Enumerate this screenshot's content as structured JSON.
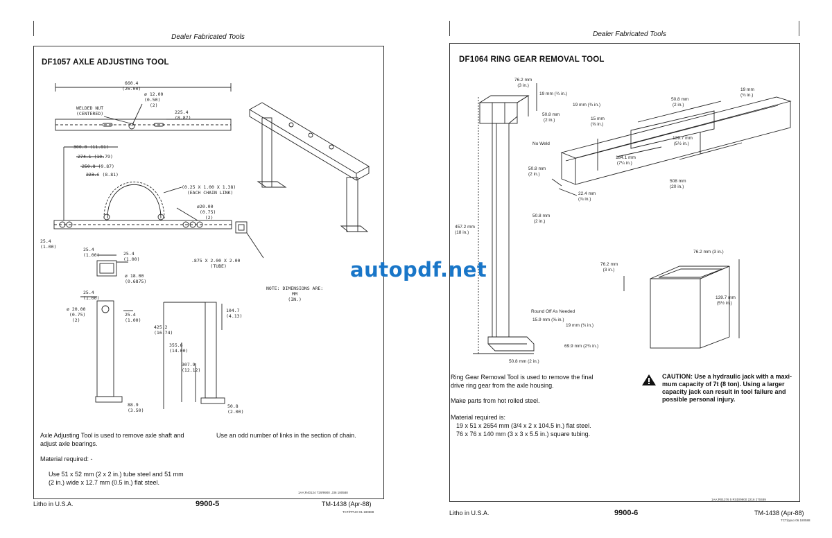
{
  "left": {
    "header": "Dealer Fabricated Tools",
    "title": "DF1057 AXLE ADJUSTING TOOL",
    "drawing_labels": {
      "d660": "660.4",
      "d660in": "(26.00)",
      "d12": "ø 12.00",
      "d12in": "(0.50)",
      "d12n": "(2)",
      "welded": "WELDED NUT",
      "centered": "(CENTERED)",
      "d225": "225.4",
      "d225in": "(8.87)",
      "d300": "300.0 (11.81)",
      "d274": "274.1 (10.79)",
      "d250": "250.8 (9.87)",
      "d223": "223.6 (8.81)",
      "chain1": "(0.25 X 1.00 X 1.38)",
      "chain2": "(EACH CHAIN LINK)",
      "d20a": "ø20.00",
      "d20ain": "(0.75)",
      "d20an": "(2)",
      "d25a": "25.4",
      "d25ain": "(1.00)",
      "d25b": "25.4",
      "d25bin": "(1.00)",
      "d25c": "25.4",
      "d25cin": "(1.00)",
      "d18": "ø 18.00",
      "d18in": "(0.6875)",
      "tube1": ".875 X 2.00 X 2.00",
      "tube2": "(TUBE)",
      "note1": "NOTE: DIMENSIONS ARE:",
      "note2": "MM",
      "note3": "(IN.)",
      "d25d": "25.4",
      "d25din": "(1.00)",
      "d20b": "ø 20.00",
      "d20bin": "(0.75)",
      "d20bn": "(2)",
      "d25e": "25.4",
      "d25ein": "(1.00)",
      "d425": "425.2",
      "d425in": "(16.74)",
      "d355": "355.6",
      "d355in": "(14.00)",
      "d307": "307.9",
      "d307in": "(12.12)",
      "d104": "104.7",
      "d104in": "(4.13)",
      "d88": "88.9",
      "d88in": "(3.50)",
      "d50": "50.8",
      "d50in": "(2.00)"
    },
    "desc1": "Axle Adjusting Tool is used to remove axle shaft and",
    "desc2": "adjust axle bearings.",
    "desc_right": "Use an odd number of links in the section of chain.",
    "material_label": "Material required: -",
    "mat1": "Use 51 x 52 mm (2 x 2 in.) tube steel and 51 mm",
    "mat2": "(2 in.) wide x 12.7 mm (0.5 in.) flat steel.",
    "code": "1AA;R40124 T29/9900 .J36 180588",
    "footer_left": "Litho in U.S.A.",
    "footer_num": "9900-5",
    "footer_right": "TM-1438 (Apr-88)",
    "footer_code": "TCT/PPUO 01 180588"
  },
  "right": {
    "header": "Dealer Fabricated Tools",
    "title": "DF1064 RING GEAR REMOVAL TOOL",
    "drawing_labels": {
      "a1": "76.2 mm",
      "a1in": "(3 in.)",
      "a2": "19 mm (¾ in.)",
      "a3": "19 mm (¾ in.)",
      "a4": "50.8 mm",
      "a4in": "(2 in.)",
      "a5": "15 mm",
      "a5in": "(⅝ in.)",
      "noweld": "No Weld",
      "a6": "50.8 mm",
      "a6in": "(2 in.)",
      "a7": "19 mm",
      "a7in": "(¾ in.)",
      "a8": "139.7 mm",
      "a8in": "(5½ in.)",
      "a9": "184.1 mm",
      "a9in": "(7¼ in.)",
      "a10": "50.8 mm",
      "a10in": "(2 in.)",
      "a11": "22.4 mm",
      "a11in": "(⅞ in.)",
      "a12": "508 mm",
      "a12in": "(20 in.)",
      "a13": "50.8 mm",
      "a13in": "(2 in.)",
      "a14": "457.2 mm",
      "a14in": "(18 in.)",
      "round": "Round Off As Needed",
      "a15": "15.9 mm (⅝ in.)",
      "a16": "19 mm (¾ in.)",
      "a17": "69.9 mm (2¾ in.)",
      "a18": "50.8 mm (2 in.)",
      "b1": "76.2 mm (3 in.)",
      "b2": "76.2 mm",
      "b2in": "(3 in.)",
      "b3": "139.7 mm",
      "b3in": "(5½ in.)"
    },
    "desc1": "Ring Gear Removal Tool is used to remove the final",
    "desc2": "drive ring gear from the axle housing.",
    "make": "Make parts from hot rolled steel.",
    "material_label": "Material required is:",
    "mat1": "19 x 51 x 2654 mm (3/4 x 2 x 104.5 in.) flat steel.",
    "mat2": "76 x 76 x 140 mm (3 x 3 x 5.5 in.) square tubing.",
    "caution1": "CAUTION: Use a hydraulic jack with a maxi-",
    "caution2": "mum capacity of 7t (8 ton). Using a larger",
    "caution3": "capacity jack can result in tool failure and",
    "caution4": "possible personal injury.",
    "code": "1AA;R91376 5 RSD/9900 2216 270489",
    "footer_left": "Litho in U.S.A.",
    "footer_num": "9900-6",
    "footer_right": "TM-1438 (Apr-88)",
    "footer_code": "TCT/ppuo 06 180588"
  },
  "watermark": "autopdf.net",
  "colors": {
    "watermark": "#1976c8",
    "ink": "#111111"
  }
}
